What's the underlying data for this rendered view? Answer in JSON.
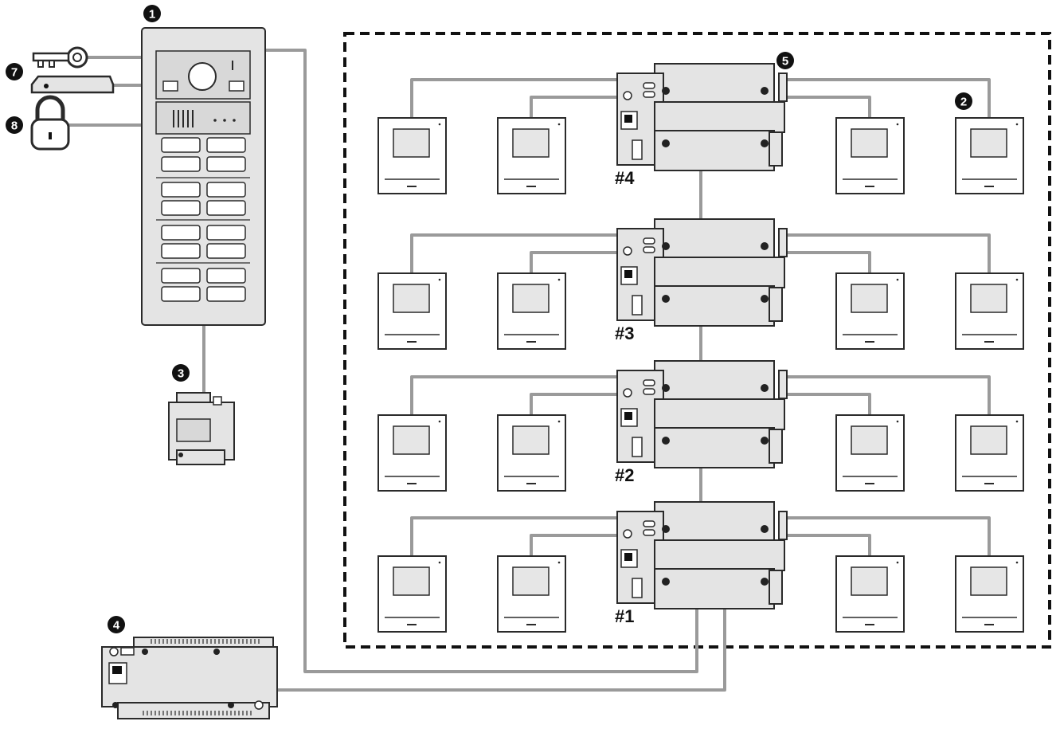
{
  "diagram": {
    "floors": [
      {
        "label": "#4"
      },
      {
        "label": "#3"
      },
      {
        "label": "#2"
      },
      {
        "label": "#1"
      }
    ],
    "badges": {
      "door_station": "1",
      "monitor": "2",
      "power_supply": "3",
      "controller": "4",
      "distributor": "5",
      "key_reader": "7",
      "card_reader": "8"
    },
    "components": [
      {
        "id": "door_station",
        "icon": "door-panel-icon"
      },
      {
        "id": "key",
        "icon": "key-icon"
      },
      {
        "id": "card_reader",
        "icon": "card-reader-icon"
      },
      {
        "id": "lock",
        "icon": "padlock-icon"
      },
      {
        "id": "power_supply",
        "icon": "power-supply-icon"
      },
      {
        "id": "controller",
        "icon": "controller-icon"
      },
      {
        "id": "distributor",
        "icon": "distributor-icon"
      },
      {
        "id": "monitor",
        "icon": "monitor-icon"
      }
    ],
    "colors": {
      "wire": "#9a9a9a",
      "device_fill": "#e4e4e4",
      "outline": "#2a2a2a",
      "badge": "#111111"
    }
  }
}
